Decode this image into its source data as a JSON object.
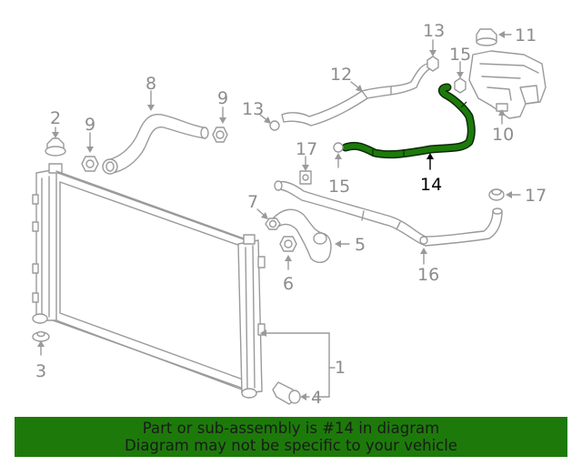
{
  "highlight_color": "#1d7a0a",
  "highlight_outline": "#0b2a05",
  "banner": {
    "background": "#1d7a0a",
    "line1": "Part or sub-assembly is #14 in diagram",
    "line2": "Diagram may not be specific to your vehicle"
  },
  "labels": {
    "p1": "1",
    "p2": "2",
    "p3": "3",
    "p4": "4",
    "p5": "5",
    "p6": "6",
    "p7": "7",
    "p8": "8",
    "p9a": "9",
    "p9b": "9",
    "p10": "10",
    "p11": "11",
    "p12": "12",
    "p13a": "13",
    "p13b": "13",
    "p14": "14",
    "p15a": "15",
    "p15b": "15",
    "p16": "16",
    "p17a": "17",
    "p17b": "17"
  },
  "highlighted_part": "14"
}
